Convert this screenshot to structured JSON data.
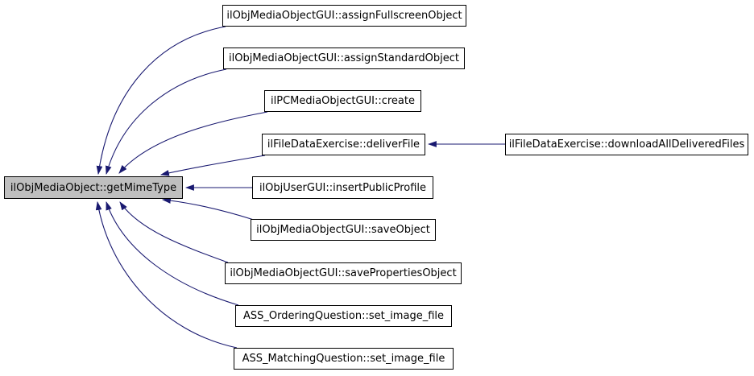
{
  "graph": {
    "colors": {
      "edge_color": "#191970",
      "node_fill": "#ffffff",
      "node_border": "#000000",
      "focus_fill": "#bfbfbf",
      "text_color": "#000000",
      "background": "#ffffff"
    },
    "focus_node": "ilObjMediaObject::getMimeType",
    "nodes": {
      "getMimeType": "ilObjMediaObject::getMimeType",
      "assignFullscreenObject": "ilObjMediaObjectGUI::assignFullscreenObject",
      "assignStandardObject": "ilObjMediaObjectGUI::assignStandardObject",
      "create": "ilPCMediaObjectGUI::create",
      "deliverFile": "ilFileDataExercise::deliverFile",
      "downloadAllDeliveredFiles": "ilFileDataExercise::downloadAllDeliveredFiles",
      "insertPublicProfile": "ilObjUserGUI::insertPublicProfile",
      "saveObject": "ilObjMediaObjectGUI::saveObject",
      "savePropertiesObject": "ilObjMediaObjectGUI::savePropertiesObject",
      "orderingSetImageFile": "ASS_OrderingQuestion::set_image_file",
      "matchingSetImageFile": "ASS_MatchingQuestion::set_image_file"
    },
    "edges": [
      {
        "from": "ilObjMediaObjectGUI::assignFullscreenObject",
        "to": "ilObjMediaObject::getMimeType"
      },
      {
        "from": "ilObjMediaObjectGUI::assignStandardObject",
        "to": "ilObjMediaObject::getMimeType"
      },
      {
        "from": "ilPCMediaObjectGUI::create",
        "to": "ilObjMediaObject::getMimeType"
      },
      {
        "from": "ilFileDataExercise::deliverFile",
        "to": "ilObjMediaObject::getMimeType"
      },
      {
        "from": "ilFileDataExercise::downloadAllDeliveredFiles",
        "to": "ilFileDataExercise::deliverFile"
      },
      {
        "from": "ilObjUserGUI::insertPublicProfile",
        "to": "ilObjMediaObject::getMimeType"
      },
      {
        "from": "ilObjMediaObjectGUI::saveObject",
        "to": "ilObjMediaObject::getMimeType"
      },
      {
        "from": "ilObjMediaObjectGUI::savePropertiesObject",
        "to": "ilObjMediaObject::getMimeType"
      },
      {
        "from": "ASS_OrderingQuestion::set_image_file",
        "to": "ilObjMediaObject::getMimeType"
      },
      {
        "from": "ASS_MatchingQuestion::set_image_file",
        "to": "ilObjMediaObject::getMimeType"
      }
    ]
  }
}
